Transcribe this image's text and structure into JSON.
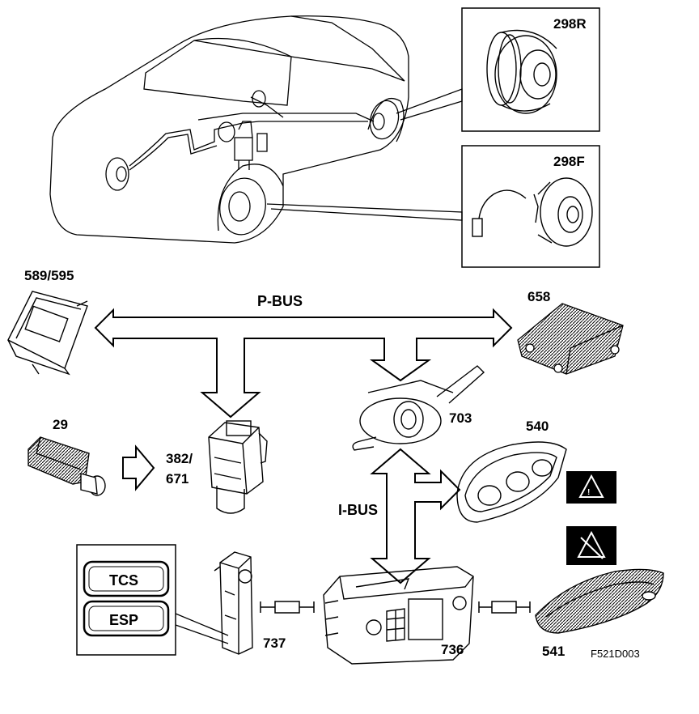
{
  "diagram": {
    "labels": {
      "wheel_rear": "298R",
      "wheel_front": "298F",
      "tcm": "589/595",
      "sdm": "658",
      "brake_switch": "29",
      "abs_unit_top": "382/",
      "abs_unit_bottom": "671",
      "steering_switch": "703",
      "instrument_cluster": "540",
      "switch_panel": "737",
      "ice_unit": "736",
      "sid_display": "541"
    },
    "buses": {
      "p_bus": "P-BUS",
      "i_bus": "I-BUS"
    },
    "buttons": {
      "tcs": "TCS",
      "esp": "ESP"
    },
    "reference": "F521D003",
    "icons": [
      "warning-triangle-icon",
      "warning-triangle-crossed-icon"
    ]
  }
}
